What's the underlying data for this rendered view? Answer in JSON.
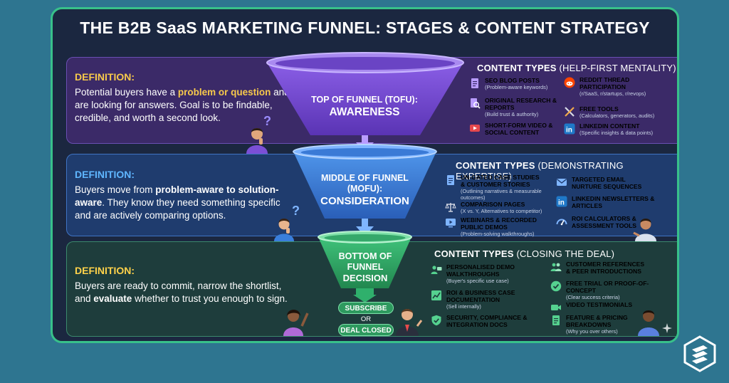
{
  "title": "THE B2B SaaS MARKETING FUNNEL: STAGES & CONTENT STRATEGY",
  "colors": {
    "frame": "#38c18a",
    "tofu": "#7b4fd6",
    "mofu": "#3a7fdc",
    "bofu": "#2fb06c",
    "accent": "#f7c94b"
  },
  "stages": [
    {
      "id": "tofu",
      "label_line1": "TOP OF FUNNEL (TOFU):",
      "label_line2": "AWARENESS",
      "definition_label": "DEFINITION:",
      "definition_parts": [
        "Potential buyers have a ",
        "problem or question",
        " and are looking for answers. Goal is to be findable, credible, and worth a second look."
      ],
      "content_types_heading": "CONTENT TYPES",
      "content_types_subheading": "(HELP-FIRST MENTALITY)",
      "items": [
        {
          "title": "SEO BLOG POSTS",
          "sub": "(Problem-aware keywords)",
          "icon": "document-icon"
        },
        {
          "title": "ORIGINAL RESEARCH & REPORTS",
          "sub": "(Build trust & authority)",
          "icon": "research-icon"
        },
        {
          "title": "SHORT-FORM VIDEO & SOCIAL CONTENT",
          "sub": "",
          "icon": "video-icon"
        },
        {
          "title": "REDDIT THREAD PARTICIPATION",
          "sub": "(r/SaaS, r/startups, r/revops)",
          "icon": "reddit-icon"
        },
        {
          "title": "FREE TOOLS",
          "sub": "(Calculators, generators, audits)",
          "icon": "tools-icon"
        },
        {
          "title": "LINKEDIN CONTENT",
          "sub": "(Specific insights & data points)",
          "icon": "linkedin-icon"
        }
      ]
    },
    {
      "id": "mofu",
      "label_line1": "MIDDLE OF FUNNEL",
      "label_line2": "(MOFU):",
      "label_line3": "CONSIDERATION",
      "definition_label": "DEFINITION:",
      "definition_parts": [
        "Buyers move from ",
        "problem-aware to solution-aware",
        ". They know they need something specific and are actively comparing options."
      ],
      "content_types_heading": "CONTENT TYPES",
      "content_types_subheading": "(DEMONSTRATING EXPERTISE)",
      "items": [
        {
          "title": "UN-GATED CASE STUDIES & CUSTOMER STORIES",
          "sub": "(Outlining narratives & measurable outcomes)",
          "icon": "document-icon"
        },
        {
          "title": "COMPARISON PAGES",
          "sub": "(X vs. Y, Alternatives to competitor)",
          "icon": "scale-icon"
        },
        {
          "title": "WEBINARS & RECORDED PUBLIC DEMOS",
          "sub": "(Problem-solving walkthroughs)",
          "icon": "play-icon"
        },
        {
          "title": "TARGETED EMAIL NURTURE SEQUENCES",
          "sub": "",
          "icon": "email-icon"
        },
        {
          "title": "LINKEDIN NEWSLETTERS & ARTICLES",
          "sub": "",
          "icon": "linkedin-icon"
        },
        {
          "title": "ROI CALCULATORS & ASSESSMENT TOOLS",
          "sub": "",
          "icon": "gauge-icon"
        }
      ]
    },
    {
      "id": "bofu",
      "label_line1": "BOTTOM OF",
      "label_line2": "FUNNEL",
      "label_line3": "DECISION",
      "definition_label": "DEFINITION:",
      "definition_parts": [
        "Buyers are ready to commit, narrow the shortlist, and ",
        "evaluate",
        " whether to trust you enough to sign."
      ],
      "content_types_heading": "CONTENT TYPES",
      "content_types_subheading": "(CLOSING THE DEAL)",
      "items": [
        {
          "title": "PERSONALISED DEMO WALKTHROUGHS",
          "sub": "(Buyer's specific use case)",
          "icon": "users-icon"
        },
        {
          "title": "ROI & BUSINESS CASE DOCUMENTATION",
          "sub": "(Sell internally)",
          "icon": "chart-icon"
        },
        {
          "title": "SECURITY, COMPLIANCE & INTEGRATION DOCS",
          "sub": "",
          "icon": "shield-icon"
        },
        {
          "title": "CUSTOMER REFERENCES & PEER INTRODUCTIONS",
          "sub": "",
          "icon": "people-icon"
        },
        {
          "title": "FREE TRIAL OR PROOF-OF-CONCEPT",
          "sub": "(Clear success criteria)",
          "icon": "check-shield-icon"
        },
        {
          "title": "VIDEO TESTIMONIALS",
          "sub": "",
          "icon": "camera-icon"
        },
        {
          "title": "FEATURE & PRICING BREAKDOWNS",
          "sub": "(Why you over others)",
          "icon": "document-icon"
        }
      ]
    }
  ],
  "outcomes": {
    "subscribe": "SUBSCRIBE",
    "or": "OR",
    "deal_closed": "DEAL CLOSED"
  },
  "question_mark": "?"
}
